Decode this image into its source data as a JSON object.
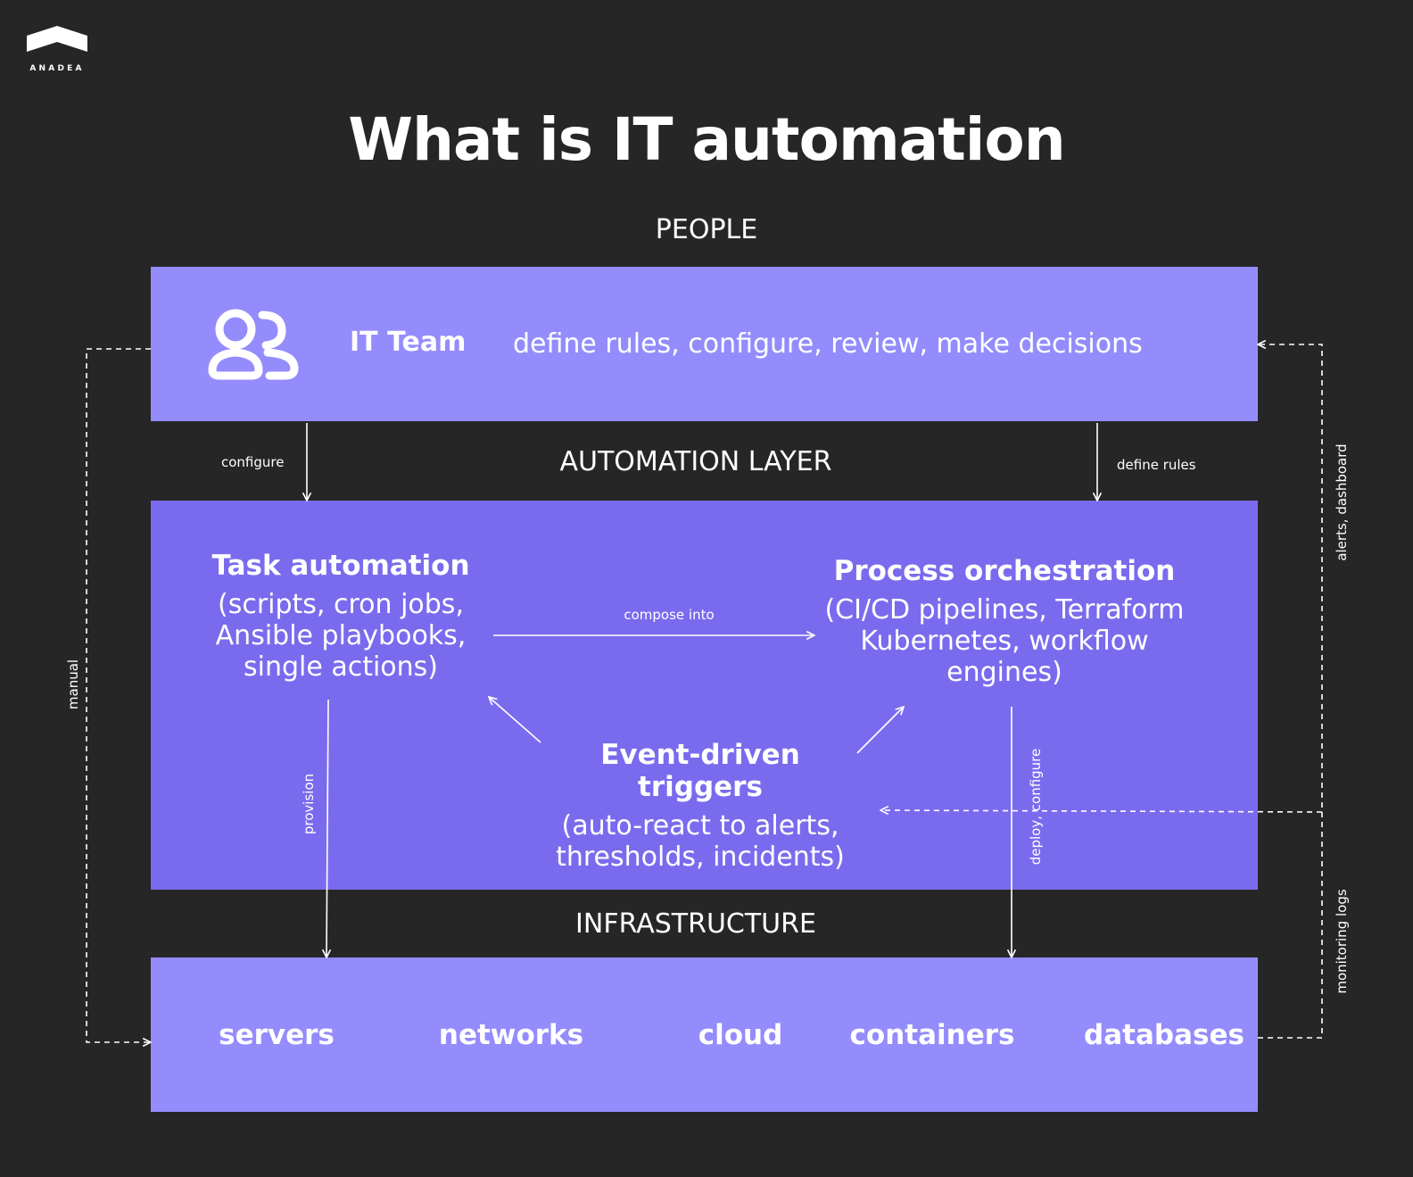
{
  "brand": {
    "name": "ANADEA",
    "logo_icon": "roof-chevron-icon"
  },
  "title": "What is IT automation",
  "layers": {
    "people": "PEOPLE",
    "automation": "AUTOMATION LAYER",
    "infrastructure": "INFRASTRUCTURE"
  },
  "people": {
    "icon": "team-people-icon",
    "team_label": "IT Team",
    "team_desc": "define rules, configure, review, make decisions"
  },
  "automation": {
    "task": {
      "title": "Task automation",
      "lines": [
        "(scripts, cron jobs,",
        "Ansible playbooks,",
        "single actions)"
      ]
    },
    "process": {
      "title": "Process orchestration",
      "lines": [
        "(CI/CD pipelines, Terraform",
        "Kubernetes, workflow",
        "engines)"
      ]
    },
    "events": {
      "title": "Event-driven triggers",
      "lines": [
        "(auto-react to alerts,",
        "thresholds, incidents)"
      ]
    }
  },
  "infrastructure_items": [
    "servers",
    "networks",
    "cloud",
    "containers",
    "databases"
  ],
  "edges": {
    "configure": "configure",
    "define_rules": "define rules",
    "compose_into": "compose into",
    "provision": "provision",
    "deploy_configure": "deploy, configure",
    "manual": "manual",
    "alerts_dashboard": "alerts, dashboard",
    "monitoring_logs": "monitoring logs"
  },
  "colors": {
    "background": "#262626",
    "people_panel": "#948cfc",
    "automation_panel": "#7a6bee",
    "infrastructure_panel": "#948cfc",
    "text": "#ffffff"
  }
}
